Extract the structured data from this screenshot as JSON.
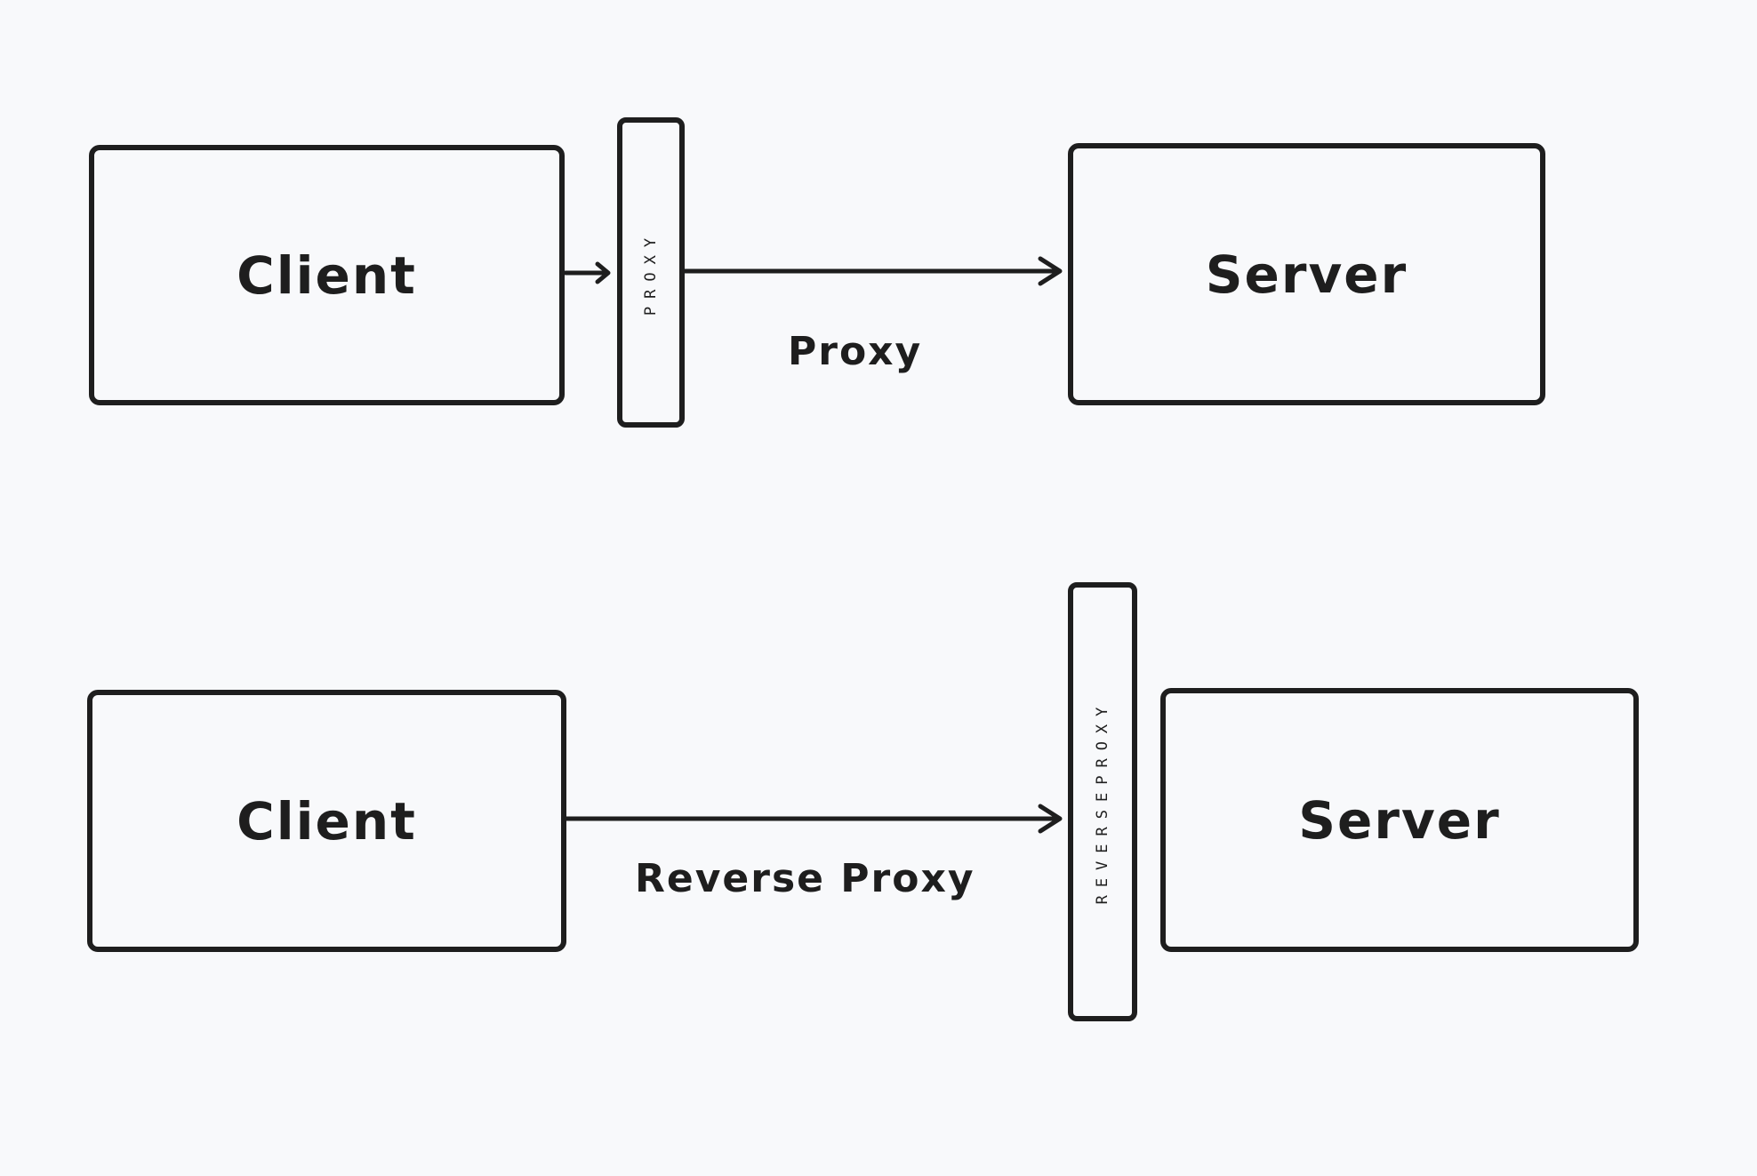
{
  "top_flow": {
    "client_label": "Client",
    "proxy_bar_text": "PROXY",
    "edge_label": "Proxy",
    "server_label": "Server"
  },
  "bottom_flow": {
    "client_label": "Client",
    "edge_label": "Reverse Proxy",
    "reverse_proxy_bar_text": "REVERSEPROXY",
    "server_label": "Server"
  },
  "colors": {
    "background": "#f8f9fb",
    "stroke": "#1e1e1e"
  }
}
